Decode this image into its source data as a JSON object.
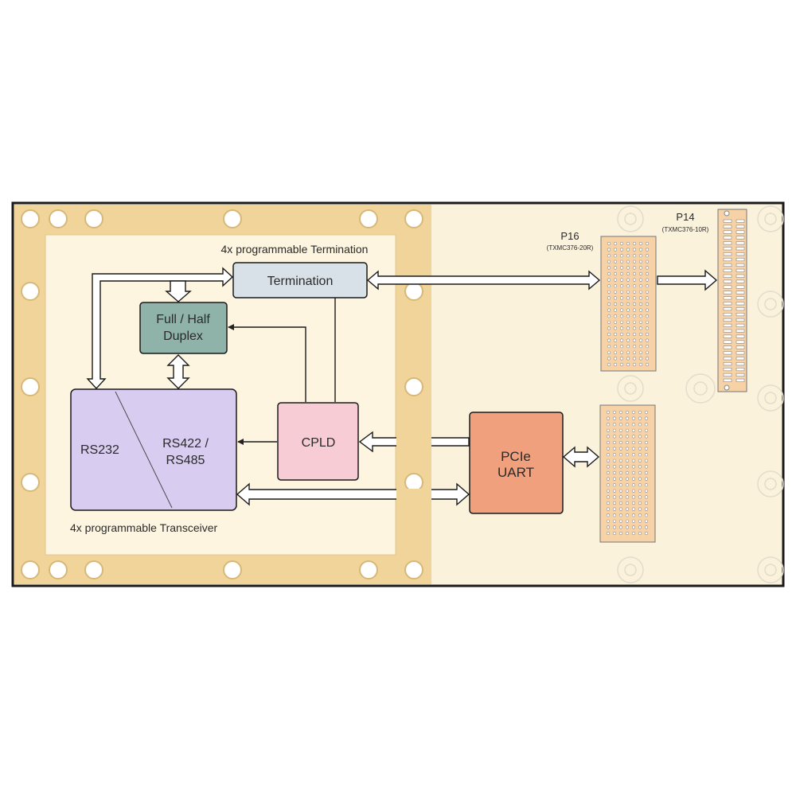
{
  "colors": {
    "board": "#fbf2dc",
    "frame": "#f0d49a",
    "inner": "#fdf5e0",
    "termination": "#d7e1e7",
    "duplex": "#8fb3a8",
    "transceiver": "#d8ccf0",
    "cpld": "#f8ccd4",
    "pcie": "#f0a07c",
    "connector": "#f6d2a6"
  },
  "diagram": {
    "termination_group_label": "4x programmable Termination",
    "transceiver_group_label": "4x programmable Transceiver",
    "blocks": {
      "termination": "Termination",
      "duplex_line1": "Full / Half",
      "duplex_line2": "Duplex",
      "rs232": "RS232",
      "rs422_line1": "RS422 /",
      "rs422_line2": "RS485",
      "cpld": "CPLD",
      "pcie_line1": "PCIe",
      "pcie_line2": "UART"
    },
    "connectors": {
      "p16_name": "P16",
      "p16_part": "(TXMC376-20R)",
      "p14_name": "P14",
      "p14_part": "(TXMC376-10R)"
    }
  }
}
